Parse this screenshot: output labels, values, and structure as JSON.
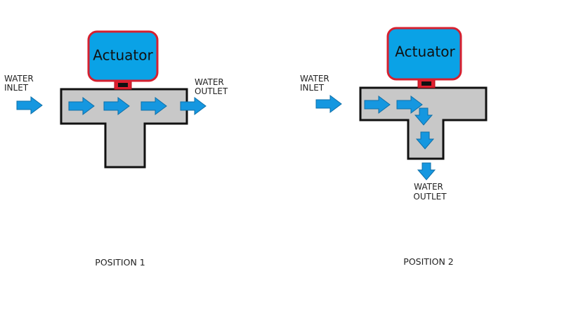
{
  "colors": {
    "actuator_fill": "#0aa2e6",
    "actuator_border": "#d6202f",
    "body_fill": "#c8c8c8",
    "body_border": "#111111",
    "arrow_fill": "#1597e0",
    "arrow_stroke": "#0f6fa8"
  },
  "position1": {
    "actuator_label": "Actuator",
    "inlet_line1": "WATER",
    "inlet_line2": "INLET",
    "outlet_line1": "WATER",
    "outlet_line2": "OUTLET",
    "caption": "POSITION 1"
  },
  "position2": {
    "actuator_label": "Actuator",
    "inlet_line1": "WATER",
    "inlet_line2": "INLET",
    "outlet_line1": "WATER",
    "outlet_line2": "OUTLET",
    "caption": "POSITION 2"
  }
}
